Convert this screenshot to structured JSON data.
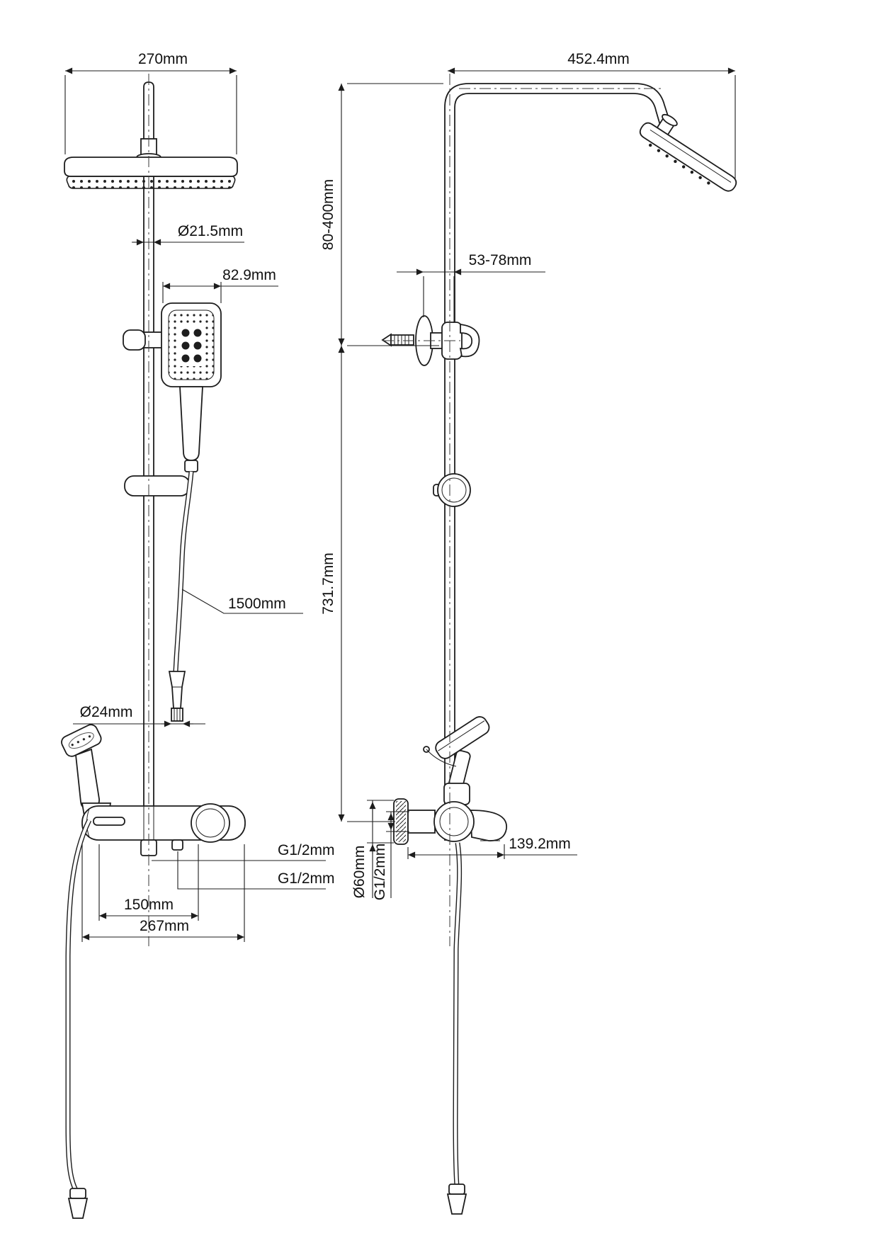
{
  "front": {
    "overall_width": "270mm",
    "pipe_diameter": "Ø21.5mm",
    "hand_shower_width": "82.9mm",
    "hose_length": "1500mm",
    "hose_nut_diameter": "Ø24mm",
    "outlet_thread_top": "G1/2mm",
    "outlet_thread_bottom": "G1/2mm",
    "outlet_spacing": "150mm",
    "mixer_width": "267mm"
  },
  "side": {
    "arm_projection": "452.4mm",
    "riser_adjust_range": "80-400mm",
    "wall_distance": "53-78mm",
    "column_height": "731.7mm",
    "mixer_projection": "139.2mm",
    "escutcheon_diameter": "Ø60mm",
    "inlet_thread": "G1/2mm"
  }
}
